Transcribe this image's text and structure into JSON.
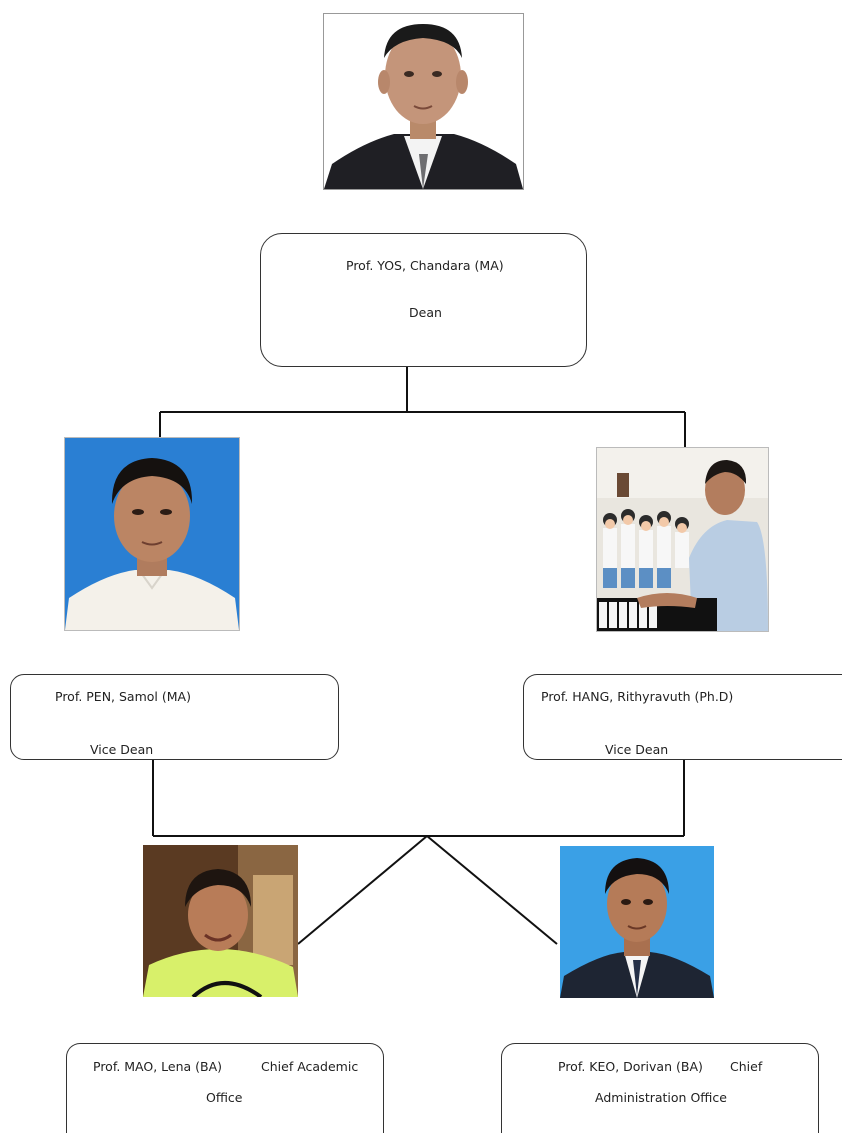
{
  "chart": {
    "dean": {
      "name": "Prof. YOS, Chandara (MA)",
      "role": "Dean",
      "photo": "portrait-dean"
    },
    "vice_dean_left": {
      "name": "Prof. PEN, Samol (MA)",
      "role": "Vice Dean",
      "photo": "portrait-vice-dean-left"
    },
    "vice_dean_right": {
      "name": "Prof. HANG, Rithyravuth (Ph.D)",
      "role": "Vice Dean",
      "photo": "photo-vice-dean-piano-classroom"
    },
    "chief_academic": {
      "name": "Prof. MAO, Lena (BA)",
      "role_line1": "Chief Academic",
      "role_line2": "Office",
      "photo": "photo-chief-academic"
    },
    "chief_admin": {
      "name": "Prof. KEO, Dorivan (BA)",
      "role_line1": "Chief",
      "role_line2": "Administration Office",
      "photo": "portrait-chief-admin"
    }
  },
  "colors": {
    "line": "#111111",
    "box_border": "#333333",
    "blue_backdrop": "#2a7fd3",
    "white_backdrop": "#ffffff"
  }
}
